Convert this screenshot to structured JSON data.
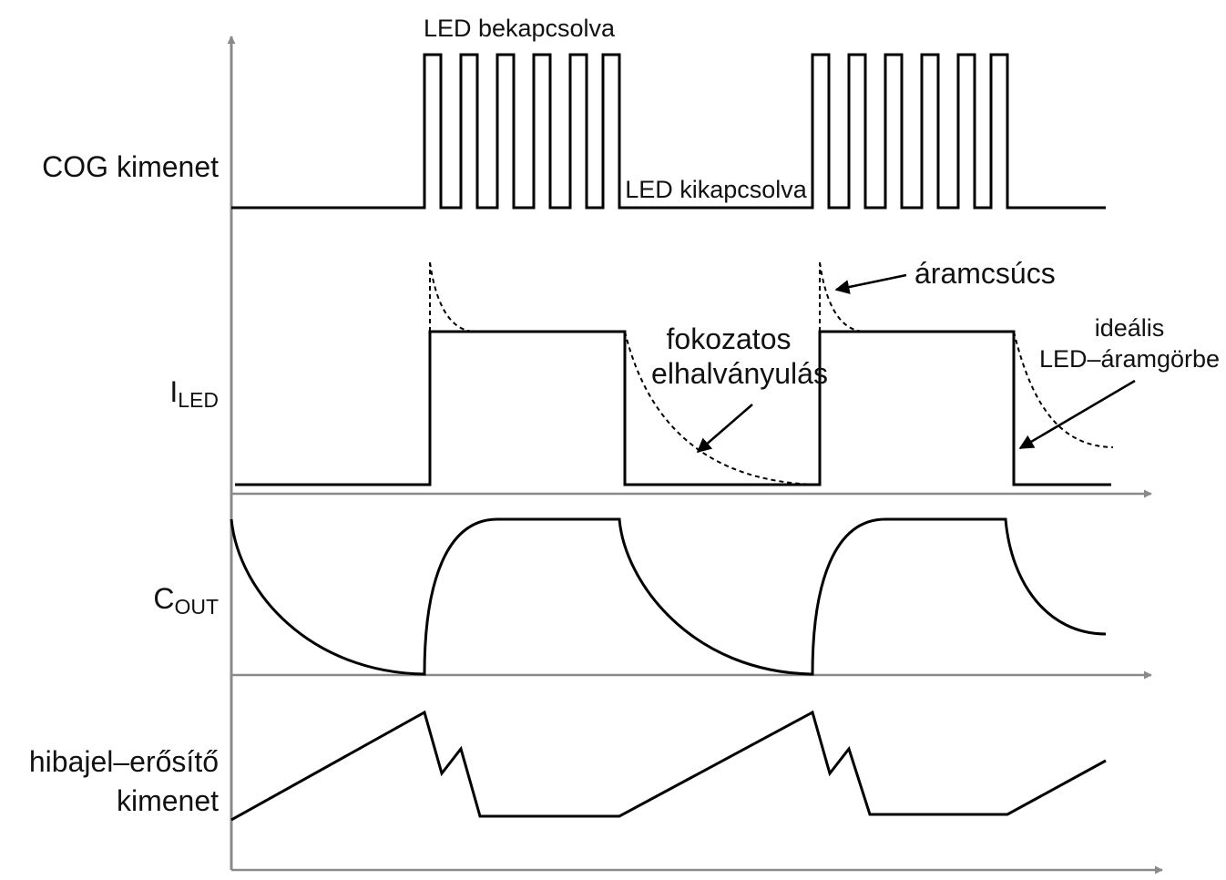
{
  "labels": {
    "cog_output": "COG kimenet",
    "led_current_main": "I",
    "led_current_sub": "LED",
    "cout_main": "C",
    "cout_sub": "OUT",
    "error_amp_line1": "hibajel–erősítő",
    "error_amp_line2": "kimenet"
  },
  "annotations": {
    "led_on": "LED bekapcsolva",
    "led_off": "LED kikapcsolva",
    "current_peak": "áramcsúcs",
    "gradual_fade_line1": "fokozatos",
    "gradual_fade_line2": "elhalványulás",
    "ideal_line1": "ideális",
    "ideal_line2": "LED–áramgörbe"
  },
  "colors": {
    "axis": "#8a8a8a",
    "signal": "#000000"
  }
}
